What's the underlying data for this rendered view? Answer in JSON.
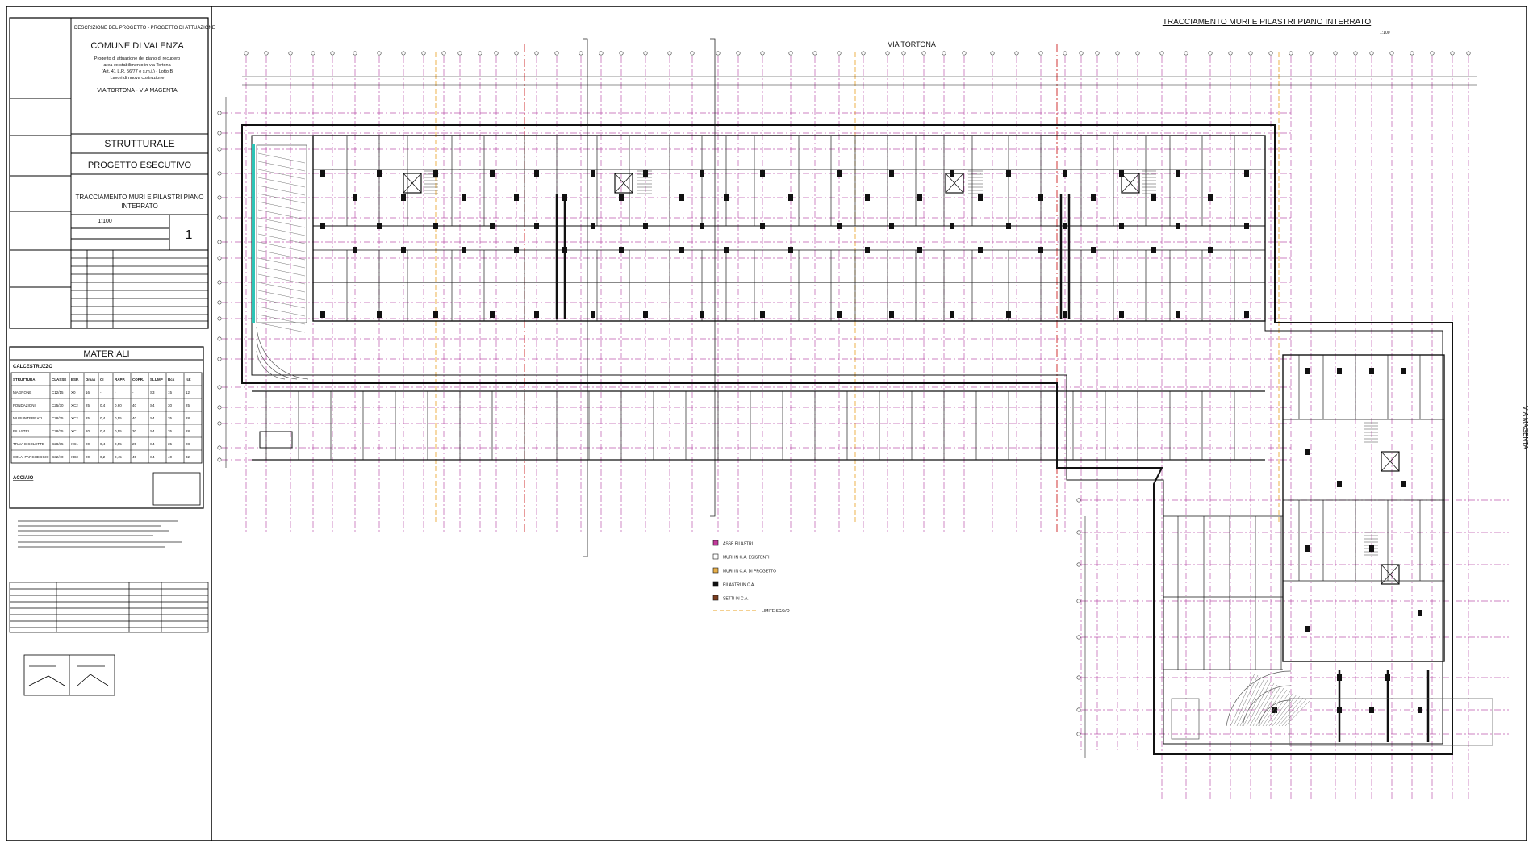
{
  "title_block": {
    "header_text": "DESCRIZIONE DEL PROGETTO - PROGETTO DI ATTUAZIONE",
    "municipality": "COMUNE DI VALENZA",
    "description_lines": [
      "Progetto di attuazione del piano di recupero",
      "area ex stabilimento in via Tortona",
      "(Art. 41 L.R. 56/77 e s.m.i.) - Lotto B",
      "Lavori di nuova costruzione"
    ],
    "address": "VIA TORTONA - VIA MAGENTA",
    "discipline": "STRUTTURALE",
    "phase": "PROGETTO ESECUTIVO",
    "drawing_title_1": "TRACCIAMENTO MURI E PILASTRI PIANO",
    "drawing_title_2": "INTERRATO",
    "scale": "1:100",
    "drawing_number": "1"
  },
  "materials": {
    "heading": "MATERIALI",
    "concrete_heading": "CALCESTRUZZO",
    "steel_heading": "ACCIAIO",
    "columns": [
      "STRUTTURA",
      "CLASSE",
      "ESP.",
      "Dmax",
      "Cl",
      "RAPP.",
      "COPR.",
      "SLUMP",
      "Rck",
      "fck"
    ],
    "rows": [
      [
        "MAGRONE",
        "C12/15",
        "X0",
        "16",
        "-",
        "-",
        "-",
        "S3",
        "15",
        "12"
      ],
      [
        "FONDAZIONI",
        "C25/30",
        "XC2",
        "25",
        "0,4",
        "0,60",
        "40",
        "S4",
        "30",
        "25"
      ],
      [
        "MURI INTERRATI",
        "C28/35",
        "XC2",
        "25",
        "0,4",
        "0,55",
        "40",
        "S4",
        "35",
        "28"
      ],
      [
        "PILASTRI",
        "C28/35",
        "XC1",
        "20",
        "0,4",
        "0,55",
        "30",
        "S4",
        "35",
        "28"
      ],
      [
        "TRAVI E SOLETTE",
        "C28/35",
        "XC1",
        "20",
        "0,4",
        "0,55",
        "25",
        "S4",
        "35",
        "28"
      ],
      [
        "SOLAI PARCHEGGIO",
        "C32/40",
        "XD3",
        "20",
        "0,2",
        "0,45",
        "45",
        "S4",
        "40",
        "32"
      ]
    ]
  },
  "drawing": {
    "sheet_title": "TRACCIAMENTO MURI E PILASTRI PIANO INTERRATO",
    "scale_note": "1:100",
    "street_top": "VIA TORTONA",
    "street_right": "VIA MAGENTA"
  },
  "legend": {
    "items": [
      {
        "label": "ASSE PILASTRI",
        "color": "#c0399a"
      },
      {
        "label": "MURI IN C.A. ESISTENTI",
        "color": "#ffffff"
      },
      {
        "label": "MURI IN C.A. DI PROGETTO",
        "color": "#e8b04a"
      },
      {
        "label": "PILASTRI IN C.A.",
        "color": "#111111"
      },
      {
        "label": "SETTI IN C.A.",
        "color": "#7a3c1e"
      }
    ],
    "line_label": "LIMITE SCAVO"
  },
  "colors": {
    "grid_magenta": "#b03a9e",
    "grid_orange": "#e8a020",
    "grid_red": "#cc2222",
    "wall": "#111111",
    "ramp_hatch": "#555555",
    "cyan_wall": "#2ec4b6"
  }
}
